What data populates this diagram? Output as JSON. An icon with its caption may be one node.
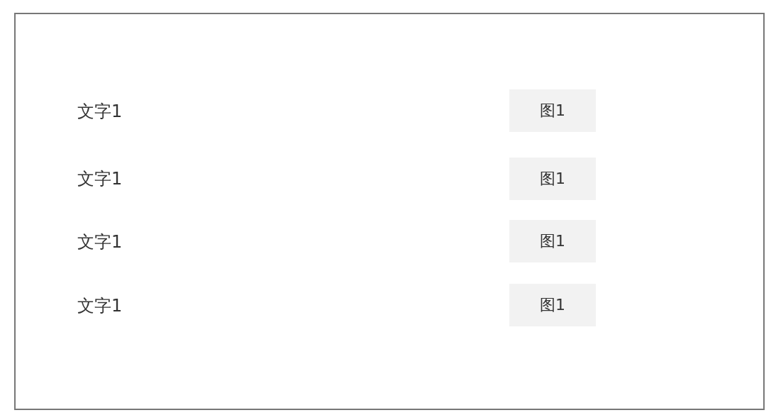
{
  "diagram": {
    "nodes": [
      {
        "text": [],
        "shape": "box"
      },
      {
        "text": [
          "图1"
        ],
        "in": 0
      },
      {
        "text": [
          "图1"
        ],
        "in": 0
      },
      {
        "text": [
          "图1"
        ],
        "in": 0
      },
      {
        "text": [
          "图1"
        ],
        "in": 0
      }
    ],
    "labels": [
      "文字1",
      "文字1",
      "文字1",
      "文字1"
    ]
  }
}
